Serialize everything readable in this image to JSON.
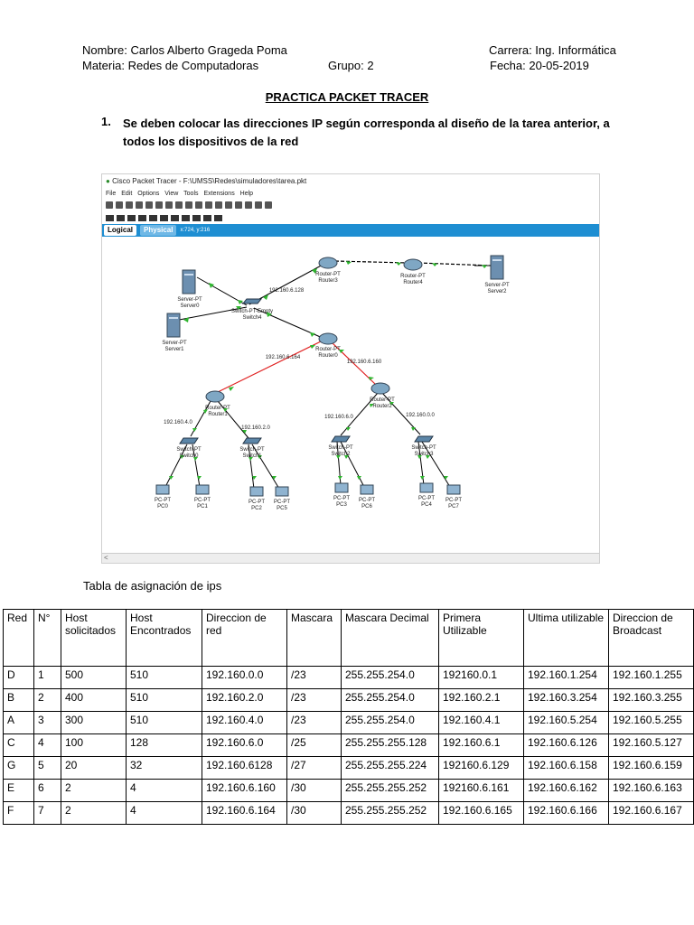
{
  "header": {
    "nombre": "Nombre: Carlos Alberto Grageda Poma",
    "carrera": "Carrera: Ing. Informática",
    "materia": "Materia: Redes de Computadoras",
    "grupo": "Grupo: 2",
    "fecha": "Fecha: 20-05-2019"
  },
  "title": "PRACTICA PACKET TRACER",
  "instruction": {
    "number": "1.",
    "text": "Se deben colocar las direcciones IP según corresponda al diseño de la tarea anterior, a todos los dispositivos de la red"
  },
  "screenshot": {
    "window_title": "Cisco Packet Tracer - F:\\UMSS\\Redes\\simuladores\\tarea.pkt",
    "menu": "File Edit Options View Tools Extensions Help",
    "tab_logical": "Logical",
    "tab_physical": "Physical",
    "coords": "x:724, y:216",
    "colors": {
      "tabbar": "#1e8ed2",
      "link_red": "#e02020",
      "link_black": "#000000",
      "port_green": "#2fb52f"
    },
    "labels": {
      "server0": "Server-PT\nServer0",
      "server1": "Server-PT\nServer1",
      "server2": "Server-PT\nServer2",
      "router3": "Router-PT\nRouter3",
      "router4": "Router-PT\nRouter4",
      "switch4": "Switch-PT-Empty\nSwitch4",
      "router0": "Router-PT\nRouter0",
      "router1": "Router-PT\nRouter1",
      "router2": "Router-PT\nRouter2",
      "net128": "192.160.6.128",
      "net164": "192.160.6.164",
      "net160": "192.160.6.160",
      "net40": "192.160.4.0",
      "net20": "192.160.2.0",
      "net60": "192.160.6.0",
      "net00": "192.160.0.0",
      "sw0": "Switch-PT\nSwitch0",
      "sw1": "Switch-PT\nSwitch1",
      "sw2": "Switch-PT\nSwitch2",
      "sw3": "Switch-PT\nSwitch3",
      "pc0": "PC-PT\nPC0",
      "pc1": "PC-PT\nPC1",
      "pc2": "PC-PT\nPC2",
      "pc5": "PC-PT\nPC5",
      "pc3": "PC-PT\nPC3",
      "pc6": "PC-PT\nPC6",
      "pc4": "PC-PT\nPC4",
      "pc7": "PC-PT\nPC7"
    }
  },
  "table_label": "Tabla de asignación de ips",
  "table": {
    "headers": [
      "Red",
      "N°",
      "Host solicitados",
      "Host Encontrados",
      "Direccion de red",
      "Mascara",
      "Mascara Decimal",
      "Primera Utilizable",
      "Ultima utilizable",
      "Direccion de Broadcast"
    ],
    "rows": [
      [
        "D",
        "1",
        "500",
        "510",
        "192.160.0.0",
        "/23",
        "255.255.254.0",
        "192160.0.1",
        "192.160.1.254",
        "192.160.1.255"
      ],
      [
        "B",
        "2",
        "400",
        "510",
        "192.160.2.0",
        "/23",
        "255.255.254.0",
        "192.160.2.1",
        "192.160.3.254",
        "192.160.3.255"
      ],
      [
        "A",
        "3",
        "300",
        "510",
        "192.160.4.0",
        "/23",
        "255.255.254.0",
        "192.160.4.1",
        "192.160.5.254",
        "192.160.5.255"
      ],
      [
        "C",
        "4",
        "100",
        "128",
        "192.160.6.0",
        "/25",
        "255.255.255.128",
        "192.160.6.1",
        "192.160.6.126",
        "192.160.5.127"
      ],
      [
        "G",
        "5",
        "20",
        "32",
        "192.160.6128",
        "/27",
        "255.255.255.224",
        "192160.6.129",
        "192.160.6.158",
        "192.160.6.159"
      ],
      [
        "E",
        "6",
        "2",
        "4",
        "192.160.6.160",
        "/30",
        "255.255.255.252",
        "192160.6.161",
        "192.160.6.162",
        "192.160.6.163"
      ],
      [
        "F",
        "7",
        "2",
        "4",
        "192.160.6.164",
        "/30",
        "255.255.255.252",
        "192.160.6.165",
        "192.160.6.166",
        "192.160.6.167"
      ]
    ]
  }
}
